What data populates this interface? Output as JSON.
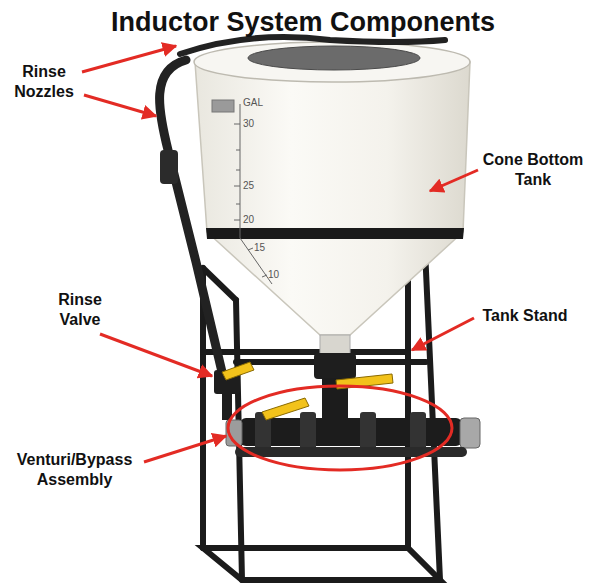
{
  "diagram": {
    "title": "Inductor System Components",
    "labels": [
      "Rinse Nozzles",
      "Cone Bottom Tank",
      "Rinse Valve",
      "Tank Stand",
      "Venturi/Bypass Assembly",
      "GAL",
      "30",
      "25",
      "20",
      "15",
      "10"
    ]
  }
}
